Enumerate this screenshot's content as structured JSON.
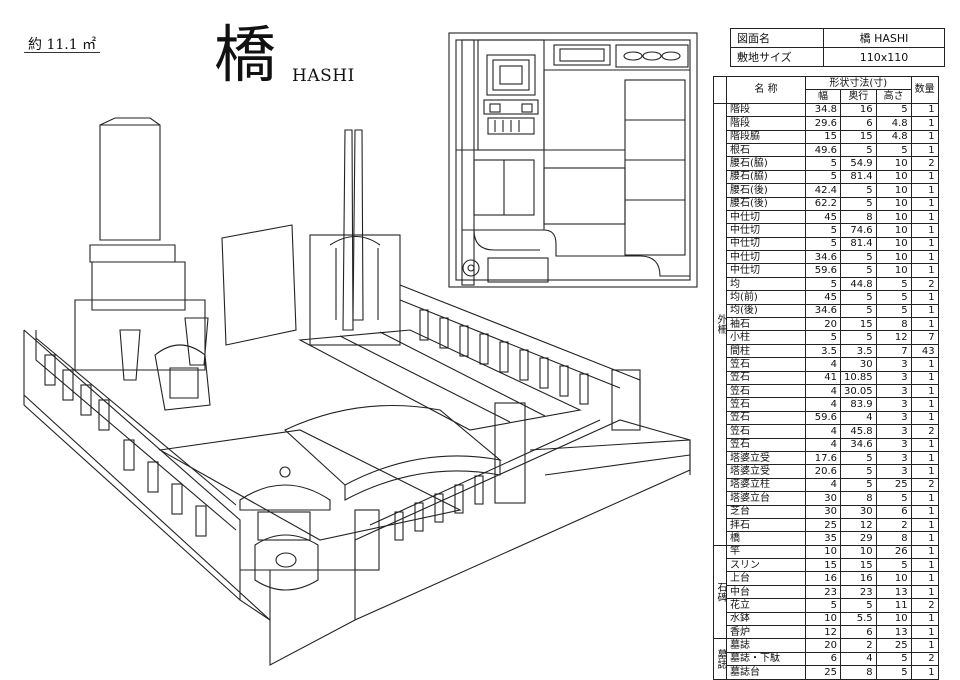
{
  "header": {
    "area_label": "約 11.1 ㎡",
    "title_kanji": "橋",
    "title_en": "HASHI"
  },
  "info": {
    "rows": [
      {
        "key": "図面名",
        "value": "橋 HASHI"
      },
      {
        "key": "敷地サイズ",
        "value": "110x110"
      }
    ]
  },
  "dims": {
    "title": "形状寸法(寸)",
    "col_name": "名 称",
    "col_w": "幅",
    "col_d": "奥行",
    "col_h": "高さ",
    "col_q": "数量",
    "groups": [
      "外柵",
      "石碑",
      "墓誌"
    ],
    "rows": [
      {
        "name": "階段",
        "w": "34.8",
        "d": "16",
        "h": "5",
        "q": "1"
      },
      {
        "name": "階段",
        "w": "29.6",
        "d": "6",
        "h": "4.8",
        "q": "1"
      },
      {
        "name": "階段脇",
        "w": "15",
        "d": "15",
        "h": "4.8",
        "q": "1"
      },
      {
        "name": "根石",
        "w": "49.6",
        "d": "5",
        "h": "5",
        "q": "1"
      },
      {
        "name": "腰石(脇)",
        "w": "5",
        "d": "54.9",
        "h": "10",
        "q": "2"
      },
      {
        "name": "腰石(脇)",
        "w": "5",
        "d": "81.4",
        "h": "10",
        "q": "1"
      },
      {
        "name": "腰石(後)",
        "w": "42.4",
        "d": "5",
        "h": "10",
        "q": "1"
      },
      {
        "name": "腰石(後)",
        "w": "62.2",
        "d": "5",
        "h": "10",
        "q": "1"
      },
      {
        "name": "中仕切",
        "w": "45",
        "d": "8",
        "h": "10",
        "q": "1"
      },
      {
        "name": "中仕切",
        "w": "5",
        "d": "74.6",
        "h": "10",
        "q": "1"
      },
      {
        "name": "中仕切",
        "w": "5",
        "d": "81.4",
        "h": "10",
        "q": "1"
      },
      {
        "name": "中仕切",
        "w": "34.6",
        "d": "5",
        "h": "10",
        "q": "1"
      },
      {
        "name": "中仕切",
        "w": "59.6",
        "d": "5",
        "h": "10",
        "q": "1"
      },
      {
        "name": "均",
        "w": "5",
        "d": "44.8",
        "h": "5",
        "q": "2"
      },
      {
        "name": "均(前)",
        "w": "45",
        "d": "5",
        "h": "5",
        "q": "1"
      },
      {
        "name": "均(後)",
        "w": "34.6",
        "d": "5",
        "h": "5",
        "q": "1"
      },
      {
        "name": "袖石",
        "w": "20",
        "d": "15",
        "h": "8",
        "q": "1"
      },
      {
        "name": "小柱",
        "w": "5",
        "d": "5",
        "h": "12",
        "q": "7"
      },
      {
        "name": "間柱",
        "w": "3.5",
        "d": "3.5",
        "h": "7",
        "q": "43"
      },
      {
        "name": "笠石",
        "w": "4",
        "d": "30",
        "h": "3",
        "q": "1"
      },
      {
        "name": "笠石",
        "w": "41",
        "d": "10.85",
        "h": "3",
        "q": "1"
      },
      {
        "name": "笠石",
        "w": "4",
        "d": "30.05",
        "h": "3",
        "q": "1"
      },
      {
        "name": "笠石",
        "w": "4",
        "d": "83.9",
        "h": "3",
        "q": "1"
      },
      {
        "name": "笠石",
        "w": "59.6",
        "d": "4",
        "h": "3",
        "q": "1"
      },
      {
        "name": "笠石",
        "w": "4",
        "d": "45.8",
        "h": "3",
        "q": "2"
      },
      {
        "name": "笠石",
        "w": "4",
        "d": "34.6",
        "h": "3",
        "q": "1"
      },
      {
        "name": "塔婆立受",
        "w": "17.6",
        "d": "5",
        "h": "3",
        "q": "1"
      },
      {
        "name": "塔婆立受",
        "w": "20.6",
        "d": "5",
        "h": "3",
        "q": "1"
      },
      {
        "name": "塔婆立柱",
        "w": "4",
        "d": "5",
        "h": "25",
        "q": "2"
      },
      {
        "name": "塔婆立台",
        "w": "30",
        "d": "8",
        "h": "5",
        "q": "1"
      },
      {
        "name": "芝台",
        "w": "30",
        "d": "30",
        "h": "6",
        "q": "1"
      },
      {
        "name": "拝石",
        "w": "25",
        "d": "12",
        "h": "2",
        "q": "1"
      },
      {
        "name": "橋",
        "w": "35",
        "d": "29",
        "h": "8",
        "q": "1"
      },
      {
        "name": "竿",
        "w": "10",
        "d": "10",
        "h": "26",
        "q": "1"
      },
      {
        "name": "スリン",
        "w": "15",
        "d": "15",
        "h": "5",
        "q": "1"
      },
      {
        "name": "上台",
        "w": "16",
        "d": "16",
        "h": "10",
        "q": "1"
      },
      {
        "name": "中台",
        "w": "23",
        "d": "23",
        "h": "13",
        "q": "1"
      },
      {
        "name": "花立",
        "w": "5",
        "d": "5",
        "h": "11",
        "q": "2"
      },
      {
        "name": "水鉢",
        "w": "10",
        "d": "5.5",
        "h": "10",
        "q": "1"
      },
      {
        "name": "香炉",
        "w": "12",
        "d": "6",
        "h": "13",
        "q": "1"
      },
      {
        "name": "墓誌",
        "w": "20",
        "d": "2",
        "h": "25",
        "q": "1"
      },
      {
        "name": "墓誌・下駄",
        "w": "6",
        "d": "4",
        "h": "5",
        "q": "2"
      },
      {
        "name": "墓誌台",
        "w": "25",
        "d": "8",
        "h": "5",
        "q": "1"
      }
    ]
  }
}
